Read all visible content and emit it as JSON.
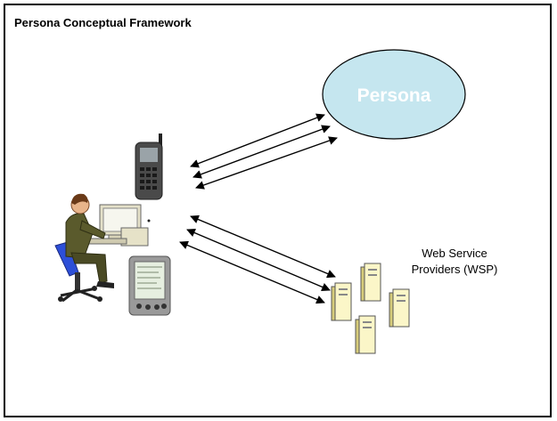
{
  "slide": {
    "title": "Persona Conceptual Framework",
    "persona_label": "Persona",
    "wsp_label_line1": "Web Service",
    "wsp_label_line2": "Providers (WSP)"
  },
  "colors": {
    "persona_fill": "#c5e6ef",
    "persona_text": "#ffffff",
    "server_fill": "#fbf6c8",
    "server_shadow": "#d6cc7a"
  }
}
